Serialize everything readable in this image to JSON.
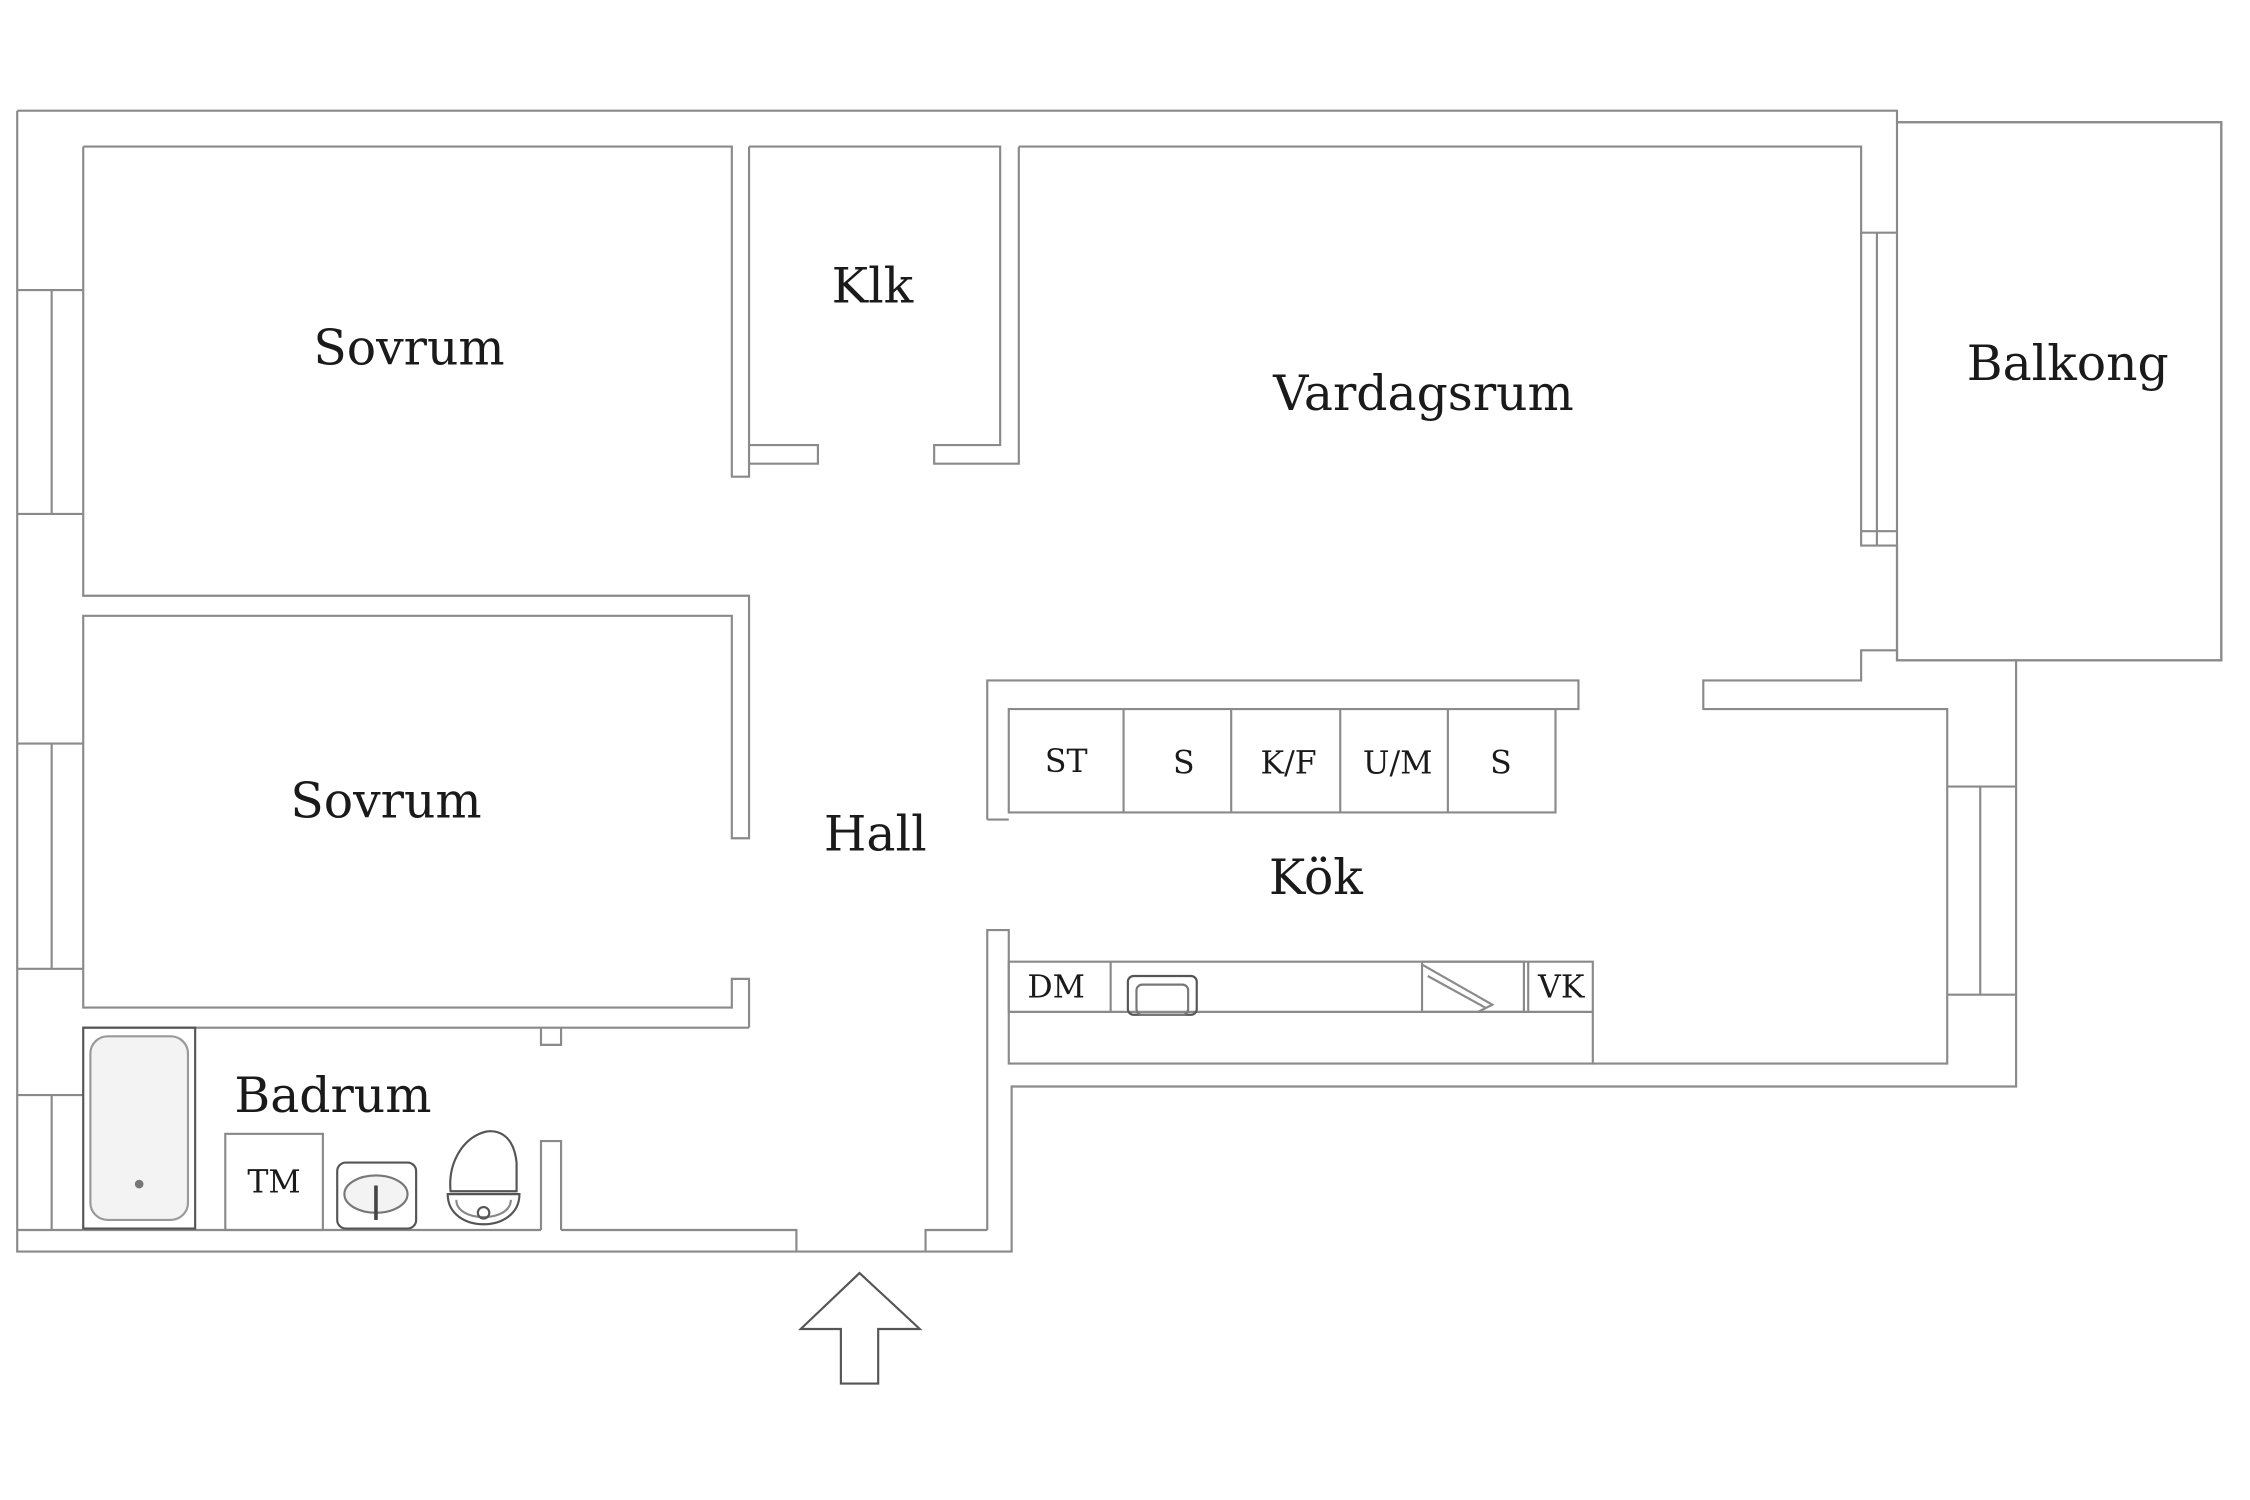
{
  "rooms": {
    "sovrum_top": "Sovrum",
    "klk": "Klk",
    "vardagsrum": "Vardagsrum",
    "balkong": "Balkong",
    "sovrum_bottom": "Sovrum",
    "hall": "Hall",
    "kok": "Kök",
    "badrum": "Badrum"
  },
  "appliances": {
    "st": "ST",
    "s1": "S",
    "kf": "K/F",
    "um": "U/M",
    "s2": "S",
    "dm": "DM",
    "vk": "VK",
    "tm": "TM"
  },
  "colors": {
    "wall": "#8a8a8a",
    "text": "#1a1a1a",
    "fixture": "#555555"
  }
}
